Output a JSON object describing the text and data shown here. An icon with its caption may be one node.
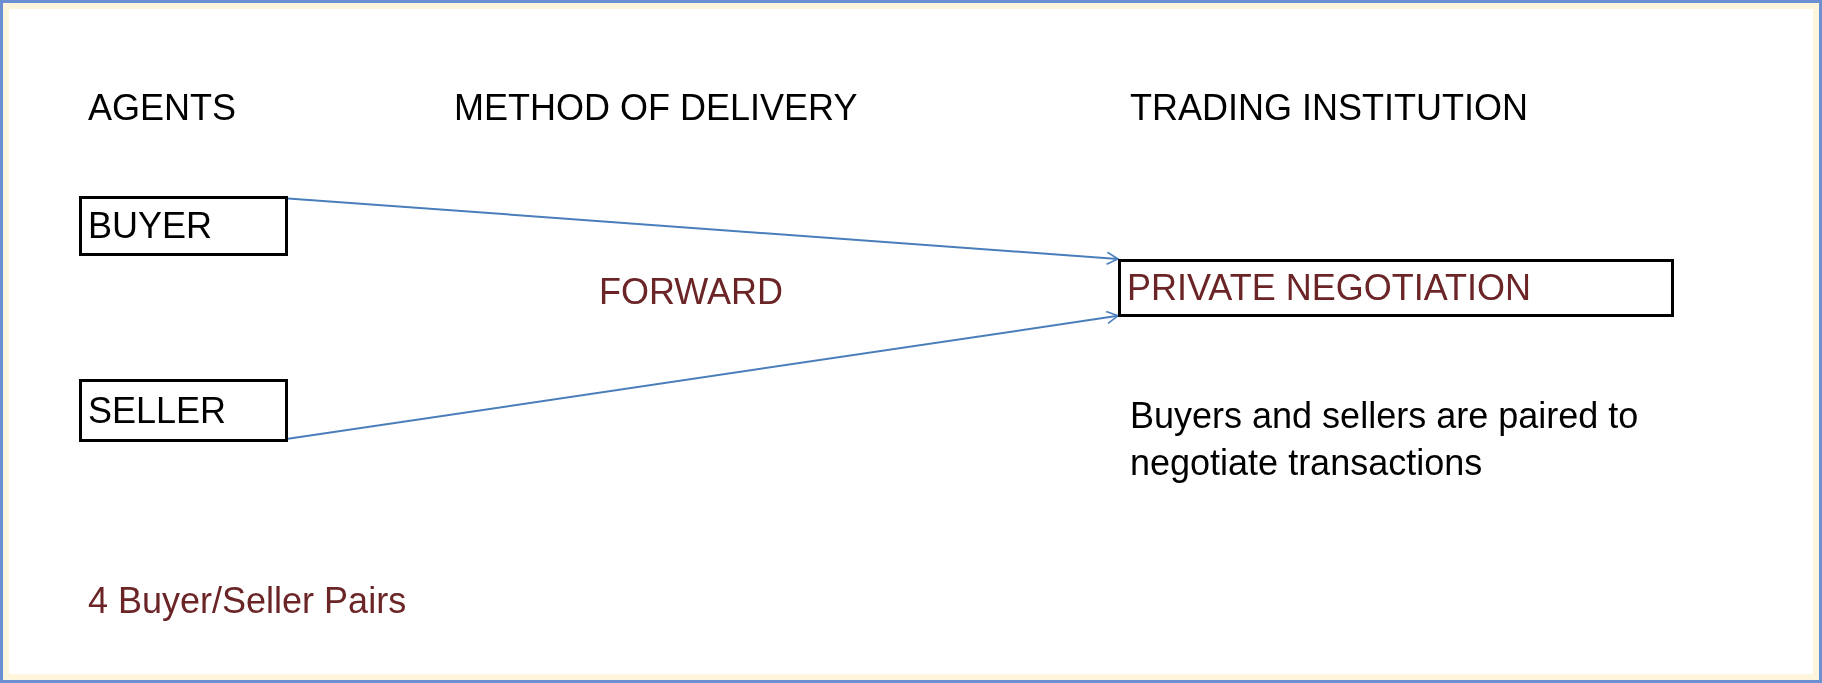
{
  "diagram": {
    "nodes": [
      {
        "text": [
          "BUYER"
        ]
      },
      {
        "text": [
          "SELLER"
        ]
      },
      {
        "text": [
          "PRIVATE NEGOTIATION"
        ]
      }
    ],
    "edges": [
      {
        "from": 0,
        "to": 2,
        "arrow": "to"
      },
      {
        "from": 1,
        "to": 2,
        "arrow": "to"
      }
    ],
    "labels": [
      "AGENTS",
      "METHOD OF DELIVERY",
      "TRADING INSTITUTION",
      "FORWARD",
      "Buyers and sellers are paired to negotiate transactions",
      "4 Buyer/Seller Pairs"
    ]
  }
}
